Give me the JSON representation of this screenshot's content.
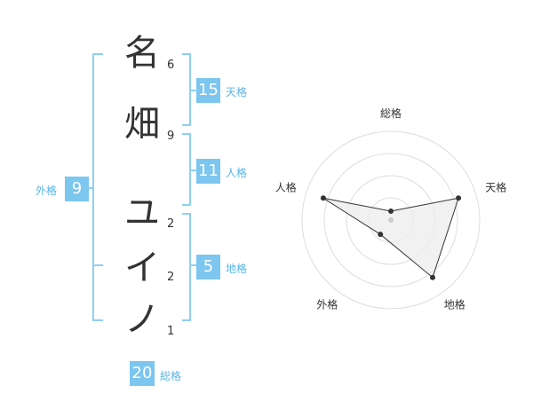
{
  "name_chars": [
    {
      "char": "名",
      "strokes": "6"
    },
    {
      "char": "畑",
      "strokes": "9"
    },
    {
      "char": "ユ",
      "strokes": "2"
    },
    {
      "char": "イ",
      "strokes": "2"
    },
    {
      "char": "ノ",
      "strokes": "1"
    }
  ],
  "fortunes": {
    "tenkaku": {
      "value": "15",
      "label": "天格"
    },
    "jinkaku": {
      "value": "11",
      "label": "人格"
    },
    "chikaku": {
      "value": "5",
      "label": "地格"
    },
    "gaikaku": {
      "value": "9",
      "label": "外格"
    },
    "soukaku": {
      "value": "20",
      "label": "総格"
    }
  },
  "chart_data": {
    "type": "radar",
    "axes": [
      "総格",
      "天格",
      "地格",
      "外格",
      "人格"
    ],
    "values": [
      0.1,
      0.8,
      0.8,
      0.2,
      0.8
    ],
    "rmax": 1,
    "rings": 4,
    "colors": {
      "fill": "#eeeeee",
      "stroke": "#333333",
      "grid": "#dddddd",
      "center": "#cccccc"
    }
  },
  "accent_color": "#7cc6ef"
}
